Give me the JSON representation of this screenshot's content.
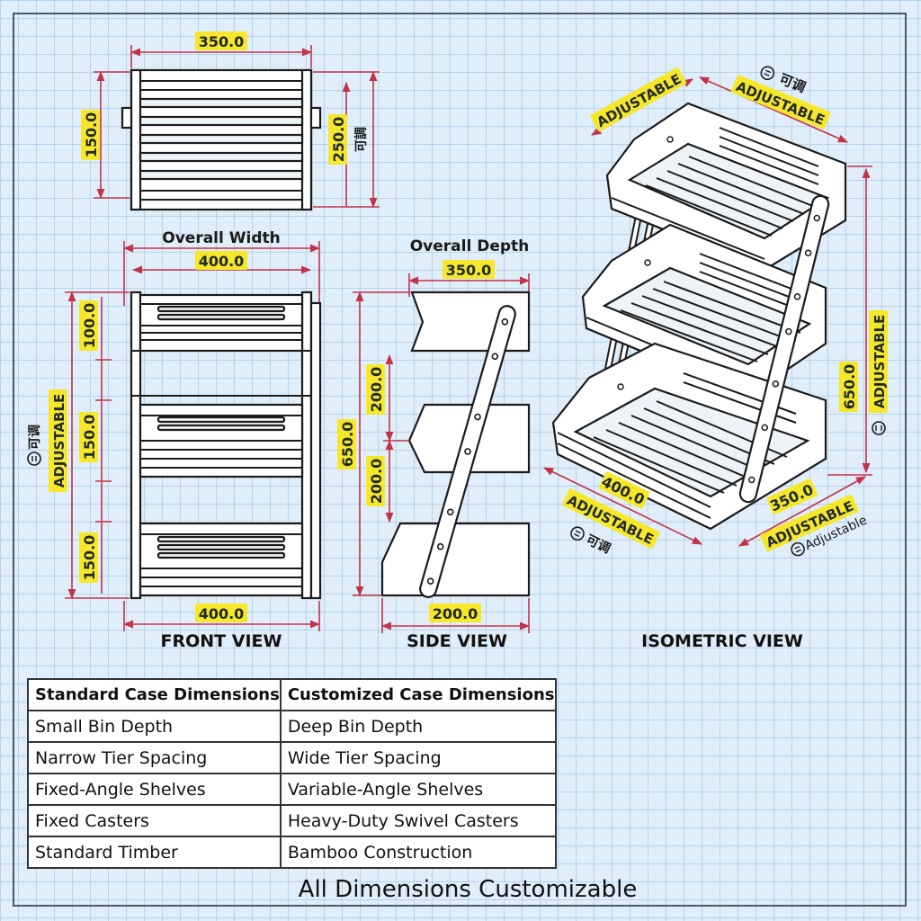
{
  "top_view": {
    "width": "350.0",
    "height_left": "150.0",
    "height_right": "250.0",
    "side_note": "可調"
  },
  "front_view": {
    "title": "FRONT VIEW",
    "overall_width_label": "Overall Width",
    "overall_width": "400.0",
    "bottom_width": "400.0",
    "tier1": "100.0",
    "tier2": "150.0",
    "tier3": "150.0",
    "adjustable": "ADJUSTABLE",
    "adjustable_cn": "可调"
  },
  "side_view": {
    "title": "SIDE VIEW",
    "overall_depth_label": "Overall Depth",
    "overall_depth": "350.0",
    "height": "650.0",
    "spacing_upper": "200.0",
    "spacing_lower": "200.0",
    "bottom": "200.0"
  },
  "isometric_view": {
    "title": "ISOMETRIC VIEW",
    "adjustable_top_left": "ADJUSTABLE",
    "adjustable_top_right": "ADJUSTABLE",
    "adjustable_cn_top": "可调",
    "height": "650.0",
    "adjustable_right": "ADJUSTABLE",
    "width": "400.0",
    "adjustable_bottom_left": "ADJUSTABLE",
    "adjustable_cn_bottom": "可调",
    "depth": "350.0",
    "adjustable_bottom_right": "ADJUSTABLE",
    "adjustable_small": "Adjustable"
  },
  "spec_table": {
    "headers": [
      "Standard Case Dimensions",
      "Customized Case Dimensions"
    ],
    "rows": [
      [
        "Small Bin Depth",
        "Deep Bin Depth"
      ],
      [
        "Narrow Tier Spacing",
        "Wide Tier Spacing"
      ],
      [
        "Fixed-Angle Shelves",
        "Variable-Angle Shelves"
      ],
      [
        "Fixed Casters",
        "Heavy-Duty Swivel Casters"
      ],
      [
        "Standard Timber",
        "Bamboo Construction"
      ]
    ]
  },
  "footer": "All Dimensions Customizable",
  "colors": {
    "dimension_line": "#c2334a",
    "label_highlight": "#f7e72a",
    "grid": "#b9d3ea",
    "background": "#dfeef9"
  }
}
